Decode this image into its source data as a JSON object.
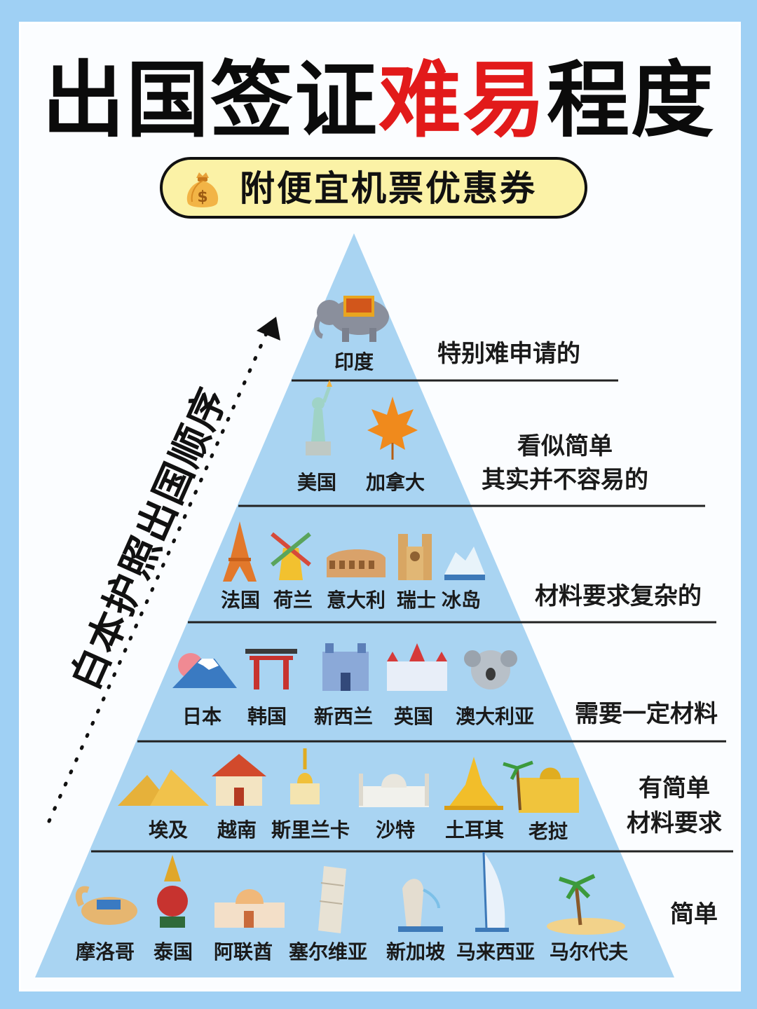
{
  "title": {
    "part1": "出国签证",
    "part2": "难易",
    "part3": "程度"
  },
  "subtitle": {
    "icon": "money-bag-icon",
    "text": "附便宜机票优惠券"
  },
  "side_label": "白本护照出国顺序",
  "tiers": [
    {
      "label": [
        "特别难申请的"
      ],
      "countries": [
        "印度"
      ]
    },
    {
      "label": [
        "看似简单",
        "其实并不容易的"
      ],
      "countries": [
        "美国",
        "加拿大"
      ]
    },
    {
      "label": [
        "材料要求复杂的"
      ],
      "countries": [
        "法国",
        "荷兰",
        "意大利",
        "瑞士",
        "冰岛"
      ]
    },
    {
      "label": [
        "需要一定材料"
      ],
      "countries": [
        "日本",
        "韩国",
        "新西兰",
        "英国",
        "澳大利亚"
      ]
    },
    {
      "label": [
        "有简单",
        "材料要求"
      ],
      "countries": [
        "埃及",
        "越南",
        "斯里兰卡",
        "沙特",
        "土耳其",
        "老挝"
      ]
    },
    {
      "label": [
        "简单"
      ],
      "countries": [
        "摩洛哥",
        "泰国",
        "阿联酋",
        "塞尔维亚",
        "新加坡",
        "马来西亚",
        "马尔代夫"
      ]
    }
  ],
  "colors": {
    "background": "#9fd0f4",
    "pyramid": "#a9d4f2",
    "accent_red": "#e21a1a",
    "pill_fill": "#fbf2a6"
  }
}
